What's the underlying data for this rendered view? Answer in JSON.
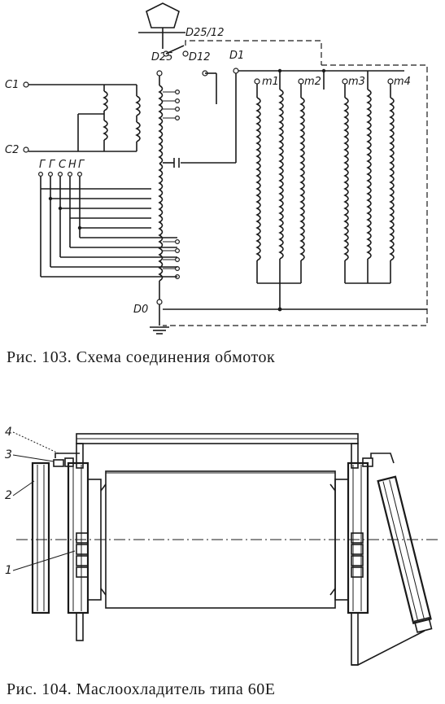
{
  "figure_103": {
    "caption": "Рис. 103. Схема соединения обмоток",
    "labels": {
      "d25_12": "D25/12",
      "d25": "D25",
      "d12": "D12",
      "d1": "D1",
      "d0": "D0",
      "c1": "C1",
      "c2": "C2",
      "m1": "m1",
      "m2": "m2",
      "m3": "m3",
      "m4": "m4",
      "taps": [
        "Г",
        "Г",
        "С",
        "Н",
        "Г"
      ]
    }
  },
  "figure_104": {
    "caption": "Рис. 104. Маслоохладитель типа 60Е",
    "callouts": [
      "1",
      "2",
      "3",
      "4"
    ]
  }
}
